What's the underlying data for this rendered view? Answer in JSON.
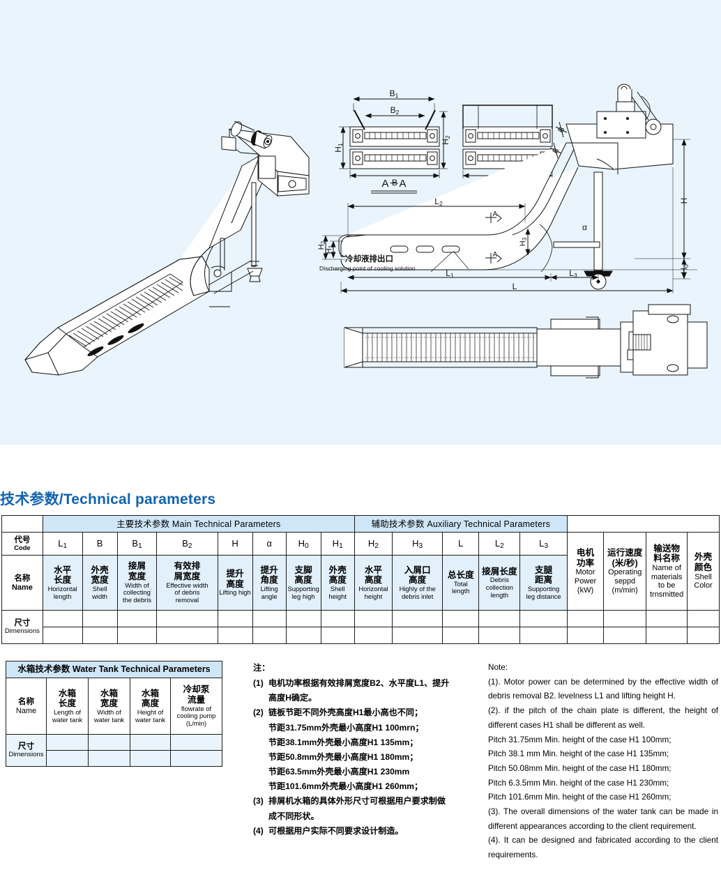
{
  "section": {
    "title": "技术参数/Technical parameters",
    "title_color": "#1263b0"
  },
  "drawing": {
    "labels": {
      "b1": "B1",
      "b2": "B2",
      "b": "B",
      "h1": "H1",
      "h2": "H2",
      "section_aa": "A－A",
      "section_bb": "B－B",
      "l": "L",
      "l1": "L1",
      "l2": "L2",
      "l3": "L3",
      "h": "H",
      "h0": "H0",
      "h3": "H3",
      "alpha": "α",
      "section_mark_a": "A",
      "outlet_cn": "冷却液排出口",
      "outlet_en": "Discharging point of cooling solution"
    }
  },
  "main_table": {
    "group_headers": [
      {
        "label": "主要技术参数  Main Technical Parameters",
        "colspan": 8
      },
      {
        "label": "辅助技术参数  Auxiliary Technical Parameters",
        "colspan": 7
      },
      {
        "label": "",
        "colspan": 4
      }
    ],
    "row_labels": {
      "code_cn": "代号",
      "code_en": "Code",
      "name_cn": "名称",
      "name_en": "Name",
      "dim_cn": "尺寸",
      "dim_en": "Dimensions"
    },
    "columns": [
      {
        "code": "L1",
        "cn": "水平\n长度",
        "en": "Horizontal\nlength"
      },
      {
        "code": "B",
        "cn": "外壳\n宽度",
        "en": "Shell\nwidth"
      },
      {
        "code": "B1",
        "cn": "接屑\n宽度",
        "en": "Width of\ncollecting\nthe debris"
      },
      {
        "code": "B2",
        "cn": "有效排\n屑宽度",
        "en": "Effective width\nof debris\nremoval"
      },
      {
        "code": "H",
        "cn": "提升\n高度",
        "en": "Lifting high"
      },
      {
        "code": "α",
        "cn": "提升\n角度",
        "en": "Lifting\nangle"
      },
      {
        "code": "H0",
        "cn": "支脚\n高度",
        "en": "Supporting\nleg high"
      },
      {
        "code": "H1",
        "cn": "外壳\n高度",
        "en": "Shell\nheight"
      },
      {
        "code": "H2",
        "cn": "水平\n高度",
        "en": "Horizontal\nheight"
      },
      {
        "code": "H3",
        "cn": "入屑口\n高度",
        "en": "Highly of the\ndebris inlet"
      },
      {
        "code": "L",
        "cn": "总长度",
        "en": "Total\nlength"
      },
      {
        "code": "L2",
        "cn": "接屑长度",
        "en": "Debris\ncollection\nlength"
      },
      {
        "code": "L3",
        "cn": "支腿\n距离",
        "en": "Supporting\nleg distance"
      },
      {
        "code": "",
        "cn": "电机\n功率",
        "en": "Motor\nPower\n(kW)"
      },
      {
        "code": "",
        "cn": "运行速度\n(米/秒)",
        "en": "Operating\nseppd\n(m/min)"
      },
      {
        "code": "",
        "cn": "输送物\n料名称",
        "en": "Name of\nmaterials\nto be\ntrnsmitted"
      },
      {
        "code": "",
        "cn": "外壳\n颜色",
        "en": "Shell\nColor"
      }
    ],
    "dimension_values_row1": [
      "",
      "",
      "",
      "",
      "",
      "",
      "",
      "",
      "",
      "",
      "",
      "",
      "",
      "",
      "",
      "",
      ""
    ],
    "dimension_values_row2": [
      "",
      "",
      "",
      "",
      "",
      "",
      "",
      "",
      "",
      "",
      "",
      "",
      "",
      "",
      "",
      "",
      ""
    ]
  },
  "tank_table": {
    "band": "水箱技术参数  Water Tank Technical Parameters",
    "row_labels": {
      "name_cn": "名称",
      "name_en": "Name",
      "dim_cn": "尺寸",
      "dim_en": "Dimensions"
    },
    "columns": [
      {
        "cn": "水箱\n长度",
        "en": "Length of\nwater tank"
      },
      {
        "cn": "水箱\n宽度",
        "en": "Width of\nwater tank"
      },
      {
        "cn": "水箱\n高度",
        "en": "Height of\nwater tank"
      },
      {
        "cn": "冷却泵\n流量",
        "en": "flowrate of\ncooling pump\n(L/min)"
      }
    ],
    "dimension_values_row1": [
      "",
      "",
      "",
      ""
    ],
    "dimension_values_row2": [
      "",
      "",
      "",
      ""
    ]
  },
  "notes_cn": {
    "heading": "注：",
    "items": [
      {
        "num": "(1)",
        "lines": [
          "电机功率根据有效排屑宽度B2、水平度L1、提升",
          "高度H确定。"
        ]
      },
      {
        "num": "(2)",
        "lines": [
          "链板节距不同外壳高度H1最小高也不同；"
        ]
      }
    ],
    "pitch_lines": [
      "节距31.75mm外壳最小高度H1 100mrn；",
      "节距38.1mm外壳最小高度H1 135mm；",
      "节距50.8mm外壳最小高度H1 180mm；",
      "节距63.5mm外壳最小高度H1 230mm",
      "节距101.6mm外壳最小高度H1 260mm；"
    ],
    "items_tail": [
      {
        "num": "(3)",
        "lines": [
          "排屑机水箱的具体外形尺寸可根据用户要求制做",
          "成不同形状。"
        ]
      },
      {
        "num": "(4)",
        "lines": [
          "可根据用户实际不同要求设计制造。"
        ]
      }
    ]
  },
  "notes_en": {
    "heading": "Note:",
    "paragraphs": [
      "(1). Motor power can be determined by the effective width of debris removal B2. levelness L1 and lifting height H.",
      "(2). if the pitch of the chain plate is different, the height of different cases H1 shall be different as well."
    ],
    "pitch_lines": [
      "Pitch 31.75mm Min. height of the case H1 100mm;",
      "Pitch 38.1 mm Min. height of the case H1 135mm;",
      "Pitch 50.08mm Min. height of the case H1 180mm;",
      "Pitch 6.3.5mm Min. height of the case H1 230mm;",
      "Pitch 101.6mm Min. height of the case H1 260mm;"
    ],
    "paragraphs_tail": [
      "(3). The overall dimensions of the water tank can be made in different appearances according to the client requirement.",
      "(4). It can be designed and fabricated according to the client requirements."
    ]
  }
}
